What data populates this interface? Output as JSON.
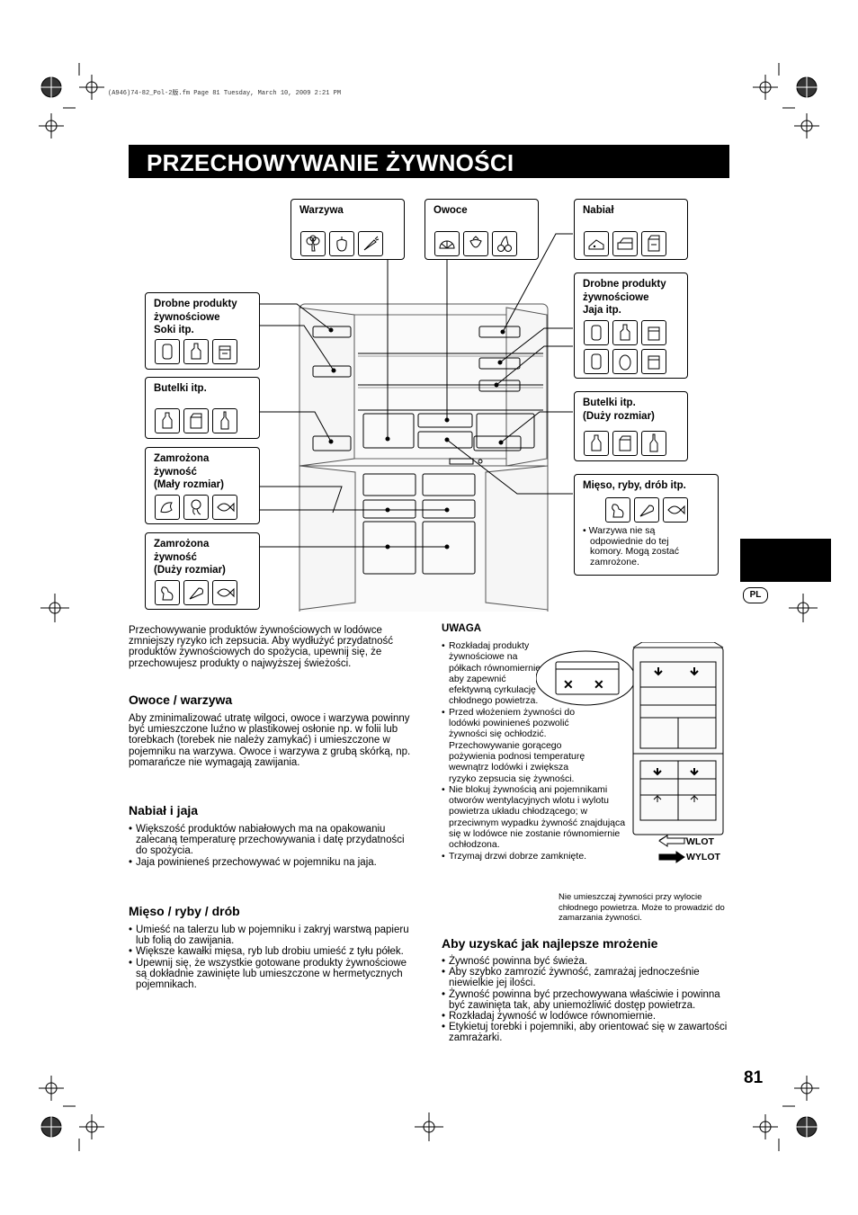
{
  "print_header": "(A946)74-82_Pol-2版.fm  Page 81  Tuesday, March 10, 2009  2:21 PM",
  "title": "PRZECHOWYWANIE ŻYWNOŚCI",
  "side_tab_label": "PL",
  "page_number": "81",
  "diagram": {
    "labels": {
      "warzywa": "Warzywa",
      "owoce": "Owoce",
      "nabial": "Nabiał",
      "small_left": [
        "Drobne produkty",
        "żywnościowe",
        "Soki itp."
      ],
      "small_right": [
        "Drobne produkty",
        "żywnościowe",
        "Jaja itp."
      ],
      "bottles_left": "Butelki itp.",
      "bottles_right": [
        "Butelki itp.",
        "(Duży rozmiar)"
      ],
      "frozen_small": [
        "Zamrożona",
        "żywność",
        "(Mały rozmiar)"
      ],
      "frozen_large": [
        "Zamrożona",
        "żywność",
        "(Duży rozmiar)"
      ],
      "meat": "Mięso, ryby, drób itp.",
      "meat_note": [
        "• Warzywa nie są",
        "odpowiednie do tej",
        "komory. Mogą zostać",
        "zamrożone."
      ]
    },
    "icons": {
      "warzywa": [
        "broccoli-icon",
        "pepper-icon",
        "carrot-icon"
      ],
      "owoce": [
        "orange-slice-icon",
        "strawberry-icon",
        "cherry-icon"
      ],
      "nabial": [
        "cheese-icon",
        "butter-icon",
        "milk-carton-icon"
      ],
      "small_left": [
        "can-icon",
        "sauce-bottle-icon",
        "carton-icon"
      ],
      "small_right": [
        "can-icon",
        "sauce-bottle-icon",
        "carton-icon",
        "can-icon",
        "egg-icon",
        "carton-icon"
      ],
      "bottles_left": [
        "bottle-icon",
        "milk-carton-icon",
        "wine-bottle-icon"
      ],
      "bottles_right": [
        "bottle-icon",
        "milk-carton-icon",
        "wine-bottle-icon"
      ],
      "frozen_small": [
        "shrimp-icon",
        "squid-icon",
        "fish-icon"
      ],
      "frozen_large": [
        "chicken-icon",
        "meat-icon",
        "fish-icon"
      ],
      "meat": [
        "chicken-icon",
        "meat-icon",
        "fish-icon"
      ]
    }
  },
  "intro": "Przechowywanie produktów żywnościowych w lodówce zmniejszy ryzyko ich zepsucia. Aby wydłużyć przydatność produktów żywnościowych do spożycia, upewnij się, że przechowujesz produkty o najwyższej świeżości.",
  "sections": {
    "owoce": {
      "heading": "Owoce / warzywa",
      "text": "Aby zminimalizować utratę wilgoci, owoce i warzywa powinny być umieszczone luźno w plastikowej osłonie np. w folii lub torebkach (torebek nie należy zamykać) i umieszczone w pojemniku na warzywa. Owoce i warzywa z grubą skórką, np. pomarańcze nie wymagają zawijania."
    },
    "nabial": {
      "heading": "Nabiał i jaja",
      "items": [
        "Większość produktów nabiałowych ma na opakowaniu zalecaną temperaturę przechowywania i datę przydatności do spożycia.",
        "Jaja powinieneś przechowywać w pojemniku na jaja."
      ]
    },
    "mieso": {
      "heading": "Mięso / ryby / drób",
      "items": [
        "Umieść na talerzu lub w pojemniku i zakryj warstwą papieru lub folią do zawijania.",
        "Większe kawałki mięsa, ryb lub drobiu umieść z tyłu półek.",
        "Upewnij się, że wszystkie gotowane produkty żywnościowe są dokładnie zawinięte lub umieszczone w hermetycznych pojemnikach."
      ]
    },
    "uwaga": {
      "heading": "UWAGA",
      "items": [
        "Rozkładaj produkty żywnościowe na półkach równomiernie, aby zapewnić efektywną cyrkulację chłodnego powietrza.",
        "Przed włożeniem żywności do lodówki powinieneś pozwolić żywności się ochłodzić. Przechowywanie gorącego pożywienia podnosi temperaturę wewnątrz lodówki i zwiększa ryzyko zepsucia się żywności.",
        "Nie blokuj żywnością ani pojemnikami otworów wentylacyjnych wlotu i wylotu powietrza układu chłodzącego; w przeciwnym wypadku żywność znajdująca się w lodówce nie zostanie równomiernie ochłodzona.",
        "Trzymaj drzwi dobrze zamknięte."
      ],
      "legend_in": "WLOT",
      "legend_out": "WYLOT",
      "caption": "Nie umieszczaj żywności przy wylocie chłodnego powietrza. Może to prowadzić do zamarzania żywności."
    },
    "mrozenie": {
      "heading": "Aby uzyskać jak najlepsze mrożenie",
      "items": [
        "Żywność powinna być świeża.",
        "Aby szybko zamrozić żywność, zamrażaj jednocześnie niewielkie jej ilości.",
        "Żywność powinna być przechowywana właściwie i powinna być zawinięta tak, aby uniemożliwić dostęp powietrza.",
        "Rozkładaj żywność w lodówce równomiernie.",
        "Etykietuj torebki i pojemniki, aby orientować się w zawartości zamrażarki."
      ]
    }
  }
}
